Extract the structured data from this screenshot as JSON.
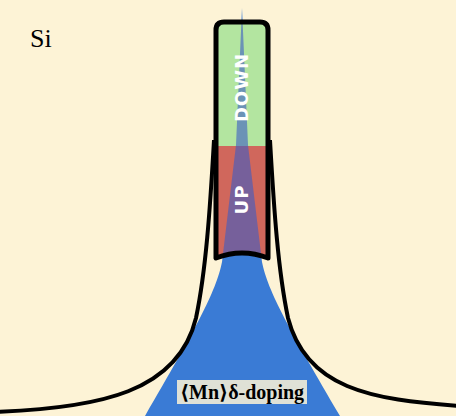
{
  "diagram": {
    "nodes": [
      {
        "text": [
          "DOWN"
        ]
      },
      {
        "text": [
          "UP"
        ]
      }
    ],
    "labels": [
      "Si",
      "⟨Mn⟩δ-doping"
    ]
  }
}
